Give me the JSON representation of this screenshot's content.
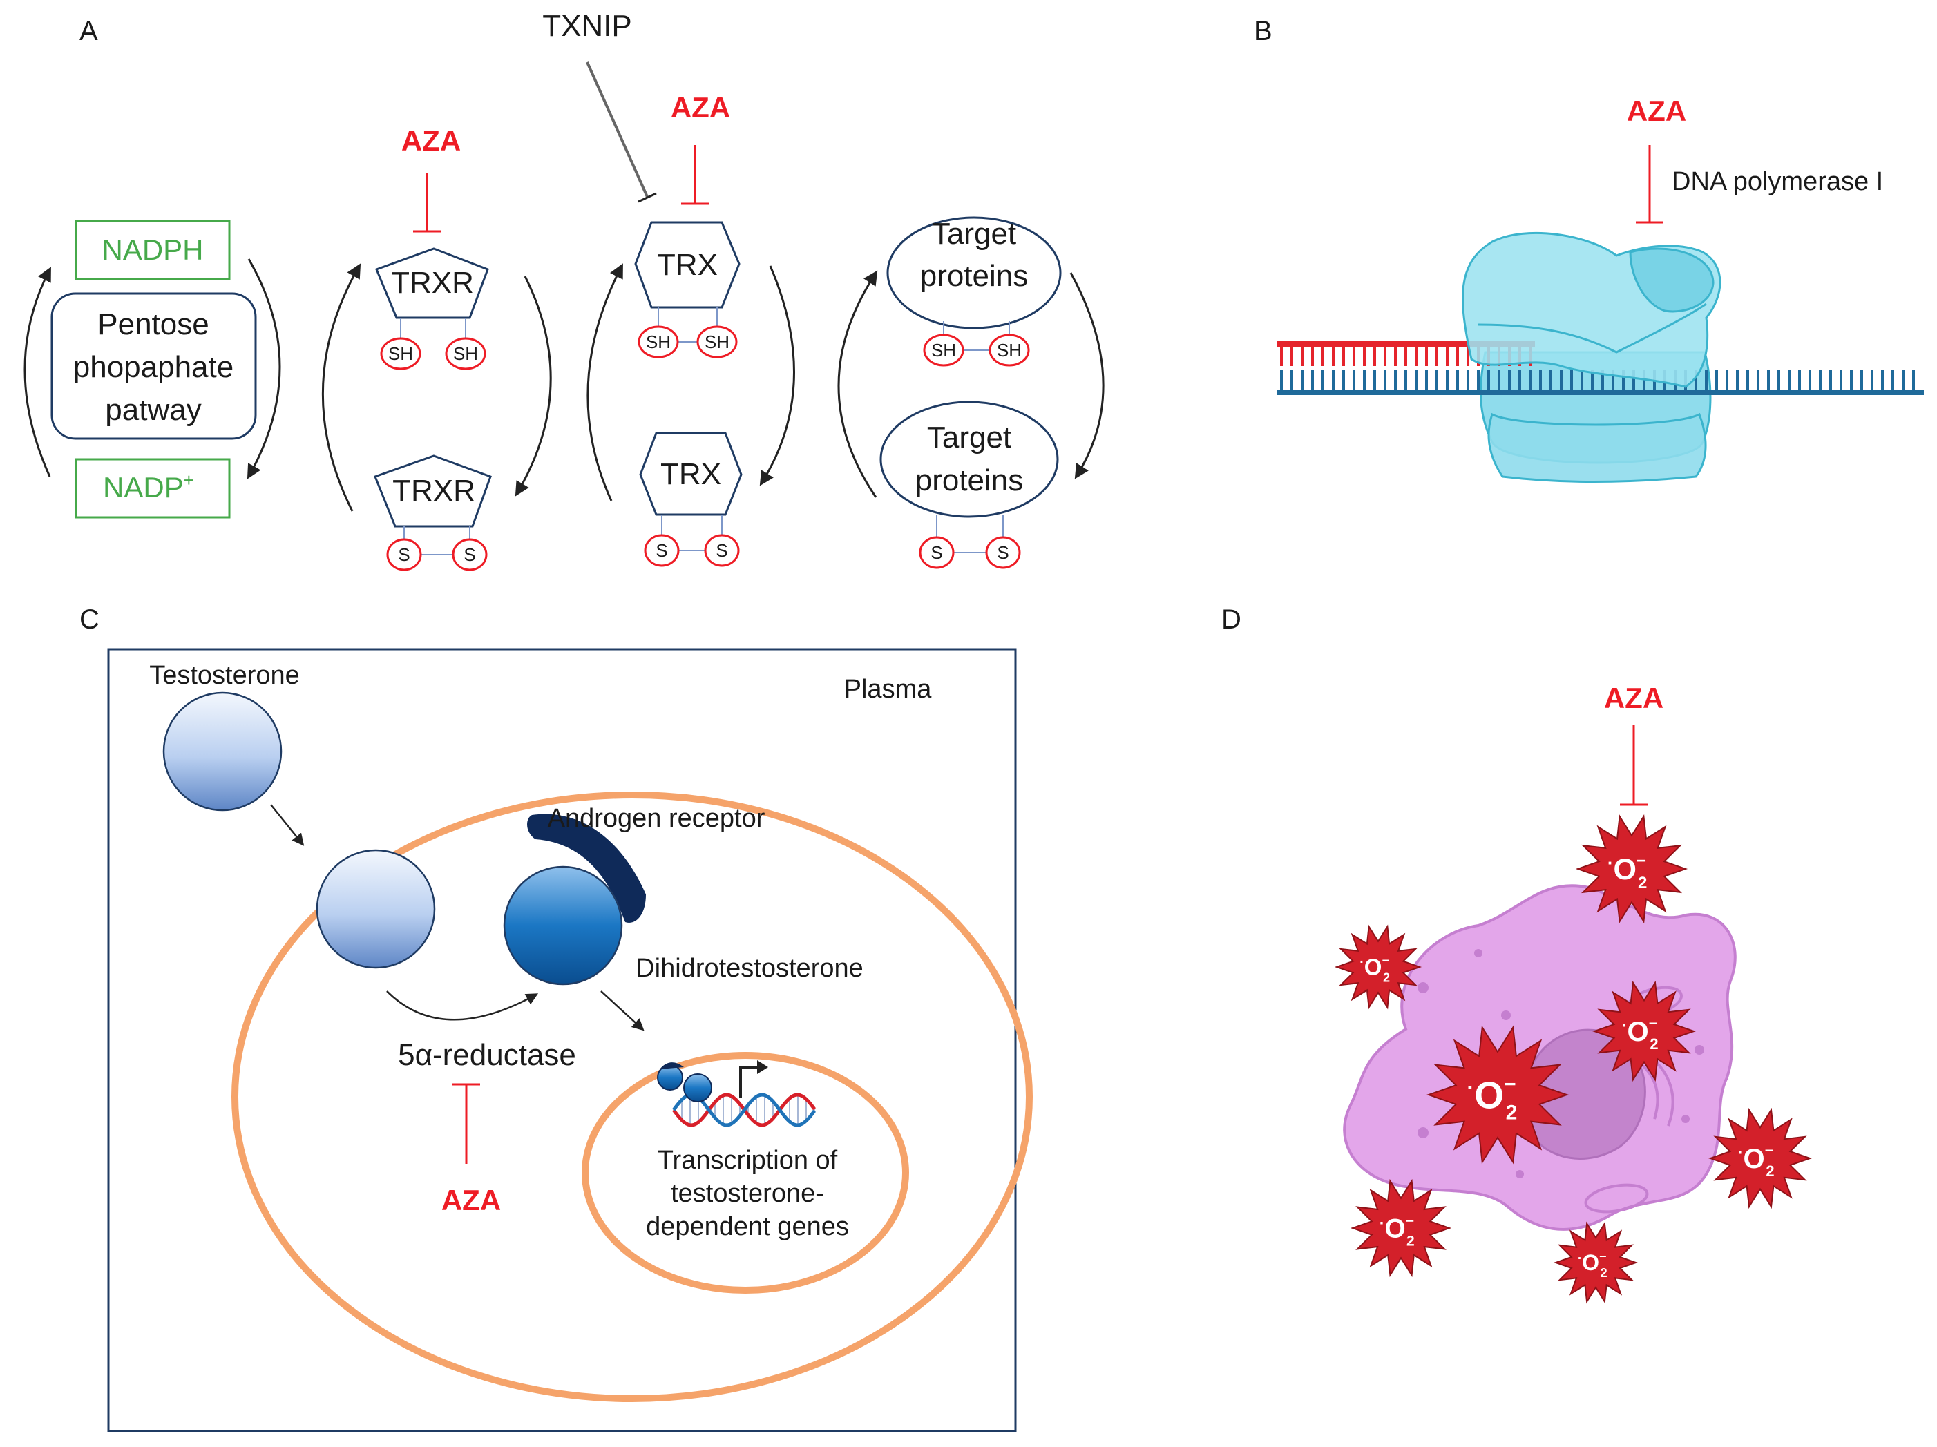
{
  "panels": {
    "a": "A",
    "b": "B",
    "c": "C",
    "d": "D"
  },
  "inhibitor": "AZA",
  "panel_a": {
    "nadph": "NADPH",
    "nadp_base": "NADP",
    "nadp_sup": "+",
    "pentose": [
      "Pentose",
      "phopaphate",
      "patway"
    ],
    "trxr": "TRXR",
    "trx": "TRX",
    "txnip": "TXNIP",
    "target": [
      "Target",
      "proteins"
    ],
    "sh": "SH",
    "s": "S"
  },
  "panel_b": {
    "enzyme": "DNA polymerase I"
  },
  "panel_c": {
    "testosterone": "Testosterone",
    "plasma": "Plasma",
    "androgen_receptor": "Androgen receptor",
    "dht": "Dihidrotestosterone",
    "reductase": "5α-reductase",
    "transcription": [
      "Transcription of",
      "testosterone-",
      "dependent genes"
    ]
  },
  "panel_d": {
    "radical": "O",
    "sub": "2",
    "sup": "−",
    "dot": "·"
  },
  "colors": {
    "inhibitor": "#ee1c25",
    "green": "#46a94a",
    "navy": "#1f3b63",
    "orange": "#f5a36a",
    "cell": "#dd9be6",
    "polymerase": "#8fdcec",
    "burst": "#d3202a"
  }
}
